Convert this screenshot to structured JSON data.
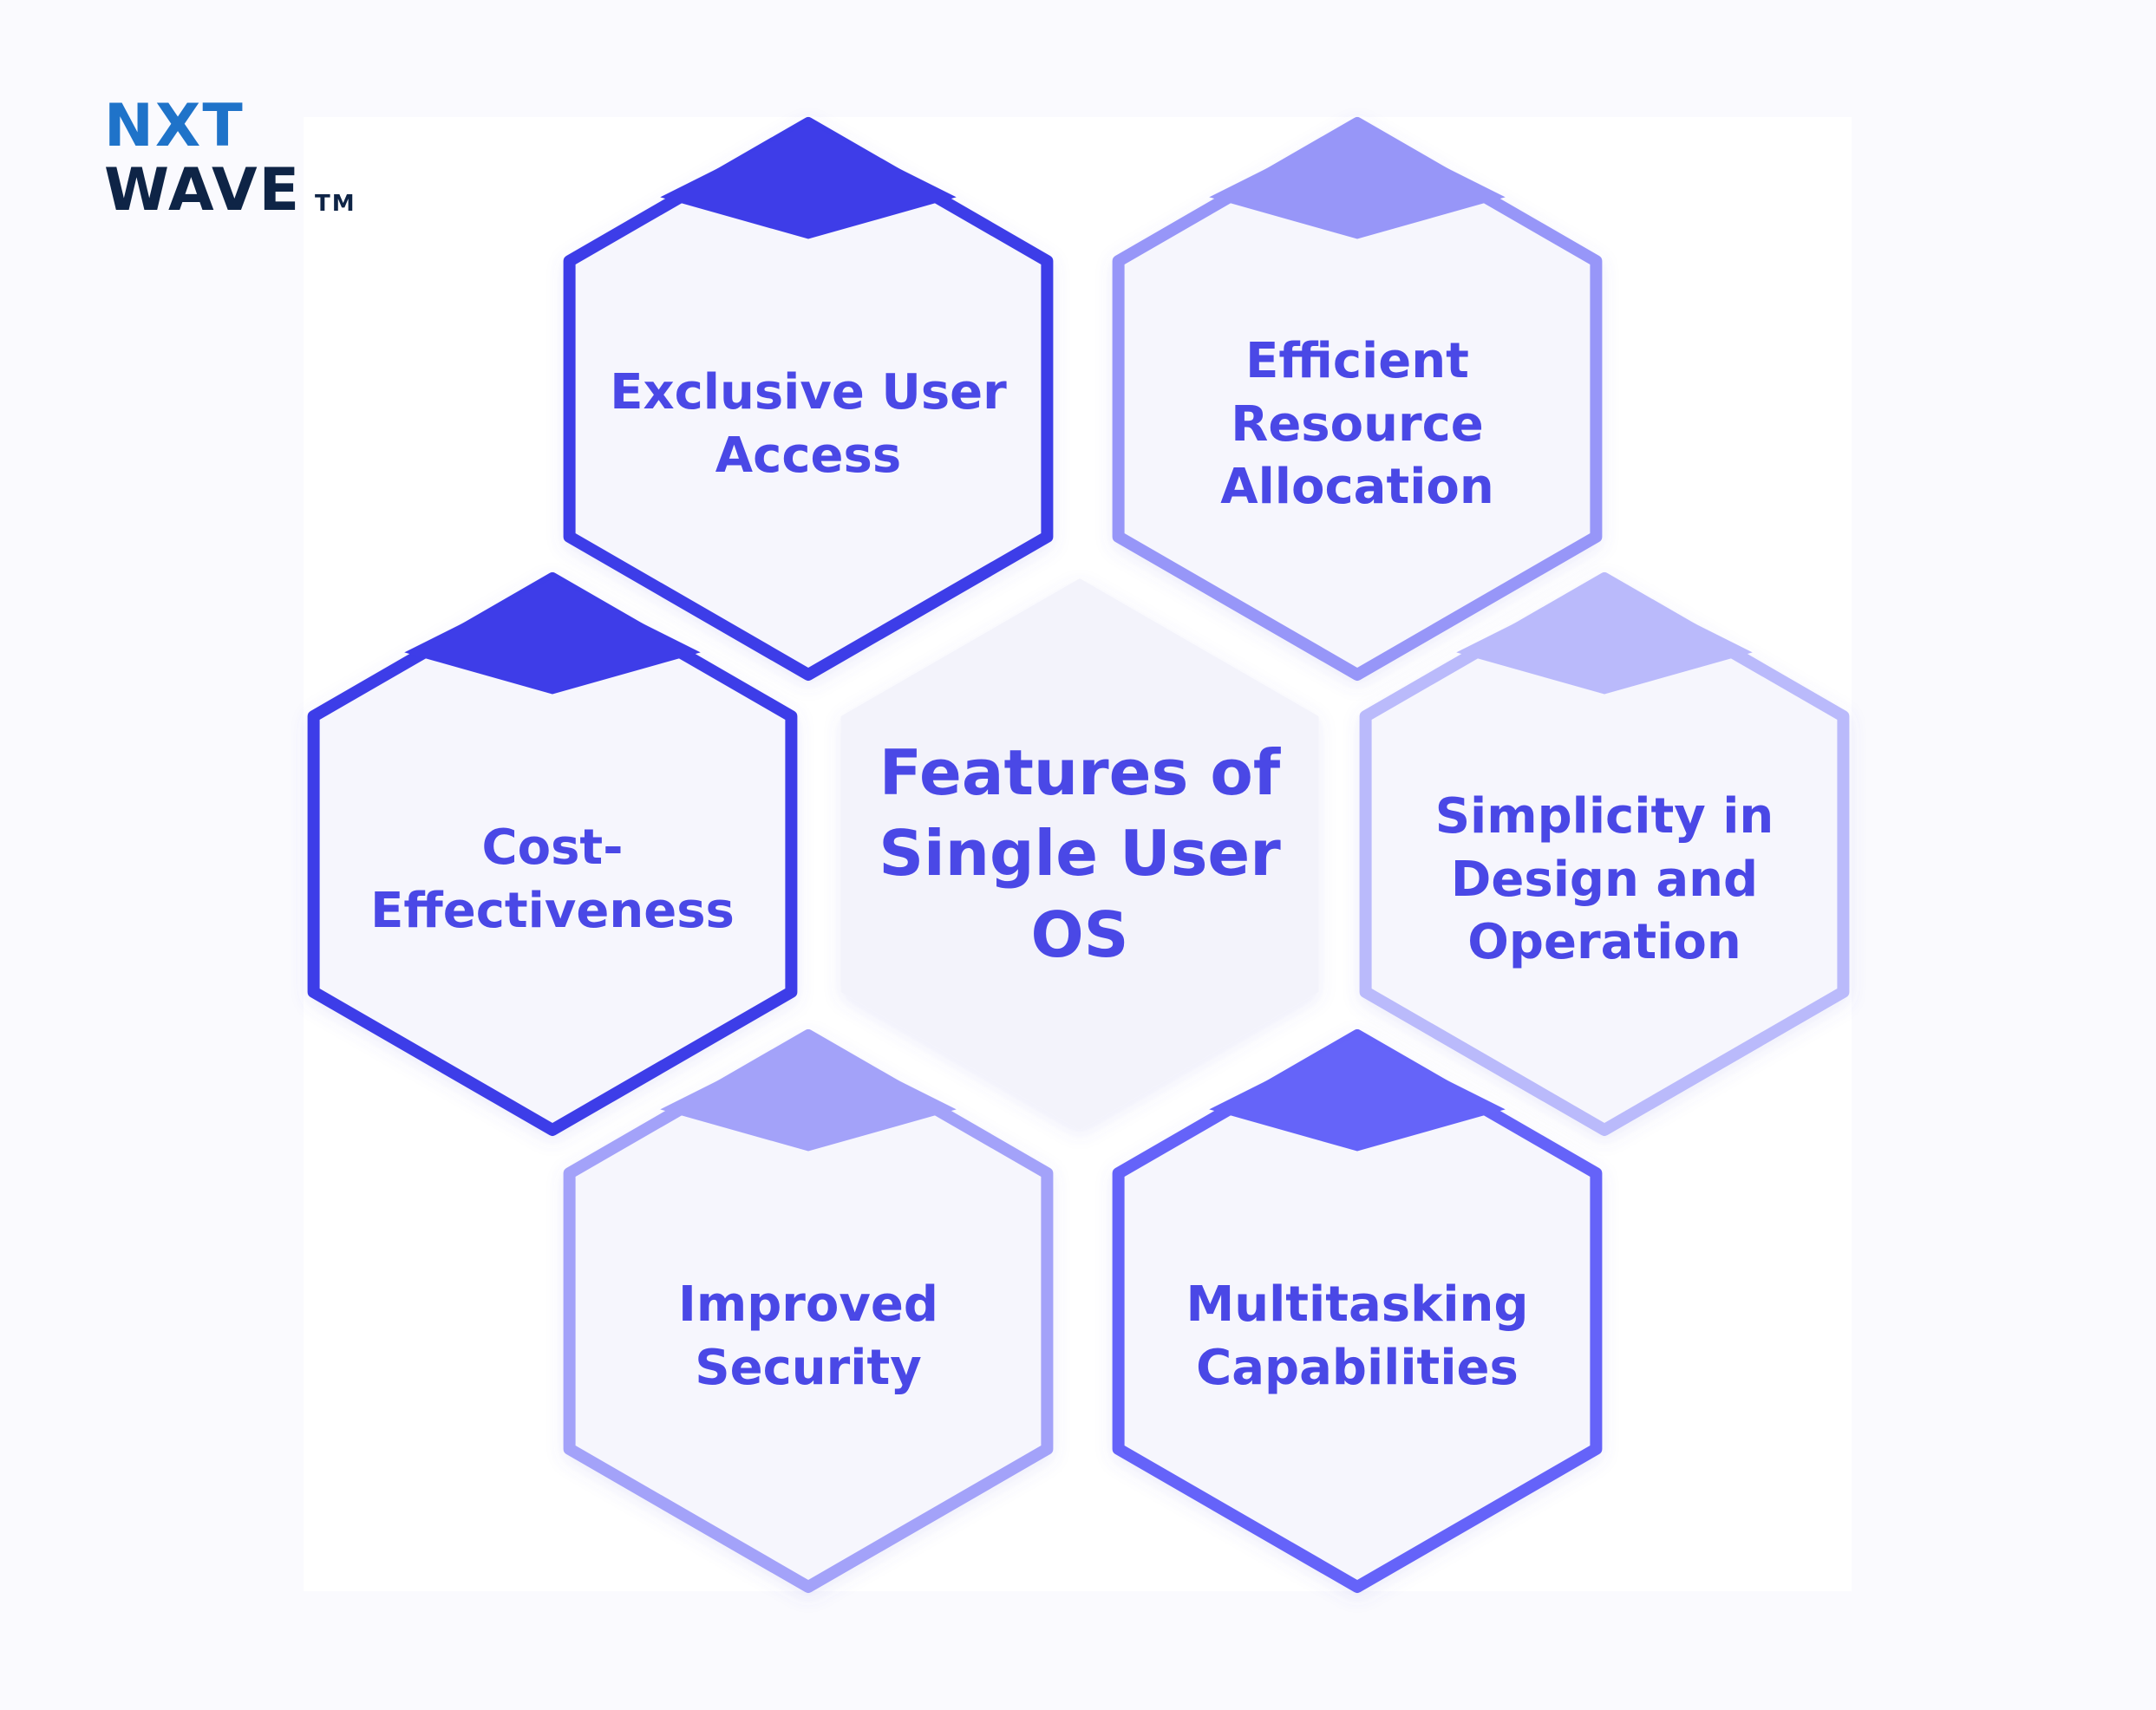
{
  "logo": {
    "line1": "NXT",
    "line2": "WAVE",
    "trademark": "TM",
    "colors": {
      "line1": "#1f73c9",
      "line2": "#0e2446"
    }
  },
  "center": {
    "label": "Features of\nSingle User\nOS"
  },
  "features": [
    {
      "label": "Exclusive User\nAccess",
      "accent": "#3e3de8"
    },
    {
      "label": "Efficient\nResource\nAllocation",
      "accent": "#9796f8"
    },
    {
      "label": "Cost-\nEffectiveness",
      "accent": "#3e3de8"
    },
    {
      "label": "Simplicity in\nDesign and\nOperation",
      "accent": "#babafb"
    },
    {
      "label": "Improved\nSecurity",
      "accent": "#a3a2f9"
    },
    {
      "label": "Multitasking\nCapabilities",
      "accent": "#6564f9"
    }
  ],
  "colors": {
    "text": "#4a48e6",
    "hex_fill": "#f6f6fd",
    "center_fill": "#f3f3fb"
  }
}
